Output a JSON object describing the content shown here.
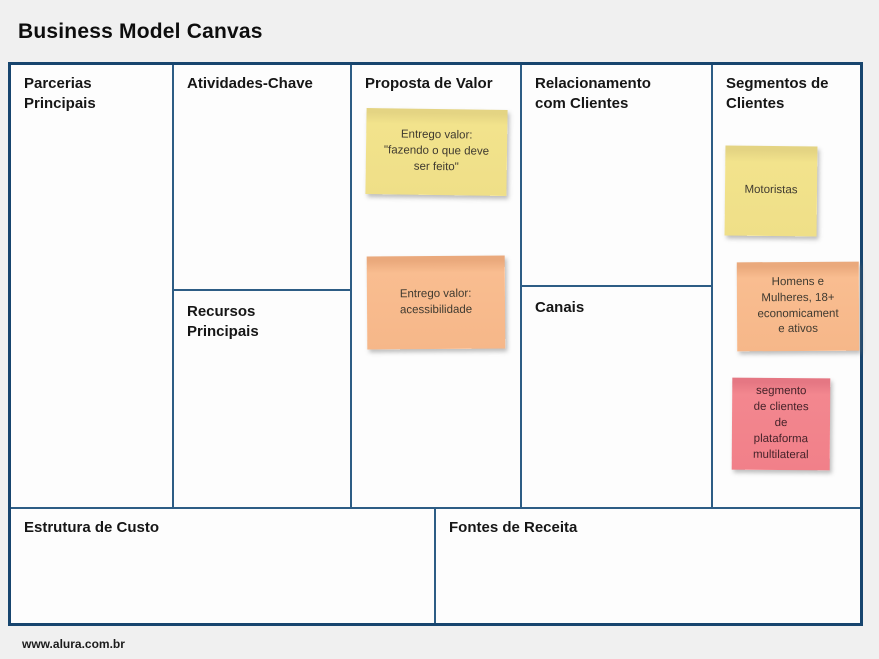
{
  "page": {
    "title": "Business Model Canvas",
    "footer": "www.alura.com.br"
  },
  "colors": {
    "background": "#f0f0f0",
    "canvas_fill": "#fdfdfd",
    "canvas_border": "#17456e",
    "divider": "#2d5d85",
    "note_yellow": "#f2e38c",
    "note_orange": "#f9bd90",
    "note_pink": "#f3878f"
  },
  "canvas": {
    "sections": {
      "parcerias": {
        "label": "Parcerias\nPrincipais"
      },
      "atividades": {
        "label": "Atividades-Chave"
      },
      "recursos": {
        "label": "Recursos\nPrincipais"
      },
      "proposta": {
        "label": "Proposta de Valor"
      },
      "relacionamento": {
        "label": "Relacionamento\ncom Clientes"
      },
      "canais": {
        "label": "Canais"
      },
      "segmentos": {
        "label": "Segmentos de\nClientes"
      },
      "estrutura": {
        "label": "Estrutura de Custo"
      },
      "fontes": {
        "label": "Fontes de Receita"
      }
    },
    "notes": {
      "valor_feito": {
        "color": "yellow",
        "text": "Entrego valor:\n\"fazendo o que deve\nser feito\""
      },
      "valor_acessibilidade": {
        "color": "orange",
        "text": "Entrego valor:\nacessibilidade"
      },
      "motoristas": {
        "color": "yellow",
        "text": "Motoristas"
      },
      "homens_mulheres": {
        "color": "orange",
        "text": "Homens e\nMulheres, 18+\neconomicament\ne ativos"
      },
      "segmento_plataforma": {
        "color": "pink",
        "text": "segmento\nde clientes\nde\nplataforma\nmultilateral"
      }
    }
  }
}
